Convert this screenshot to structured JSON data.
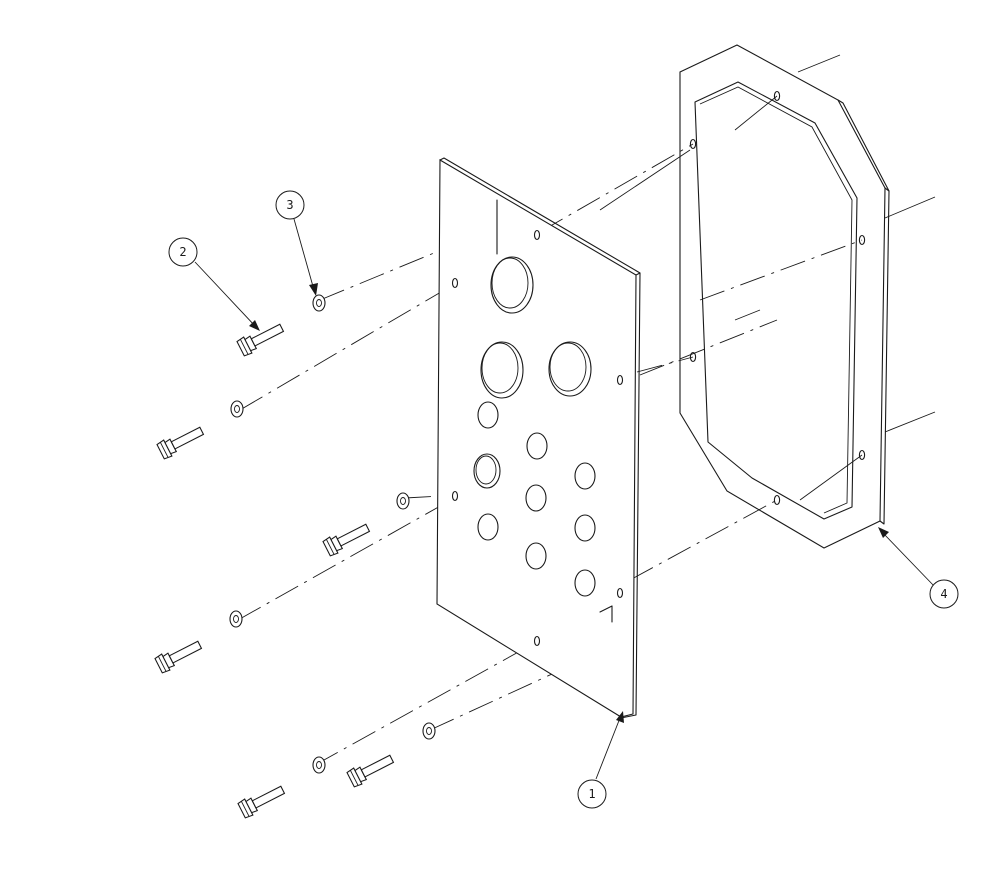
{
  "callouts": [
    {
      "id": "item-1",
      "label": "1"
    },
    {
      "id": "item-2",
      "label": "2"
    },
    {
      "id": "item-3",
      "label": "3"
    },
    {
      "id": "item-4",
      "label": "4"
    }
  ]
}
